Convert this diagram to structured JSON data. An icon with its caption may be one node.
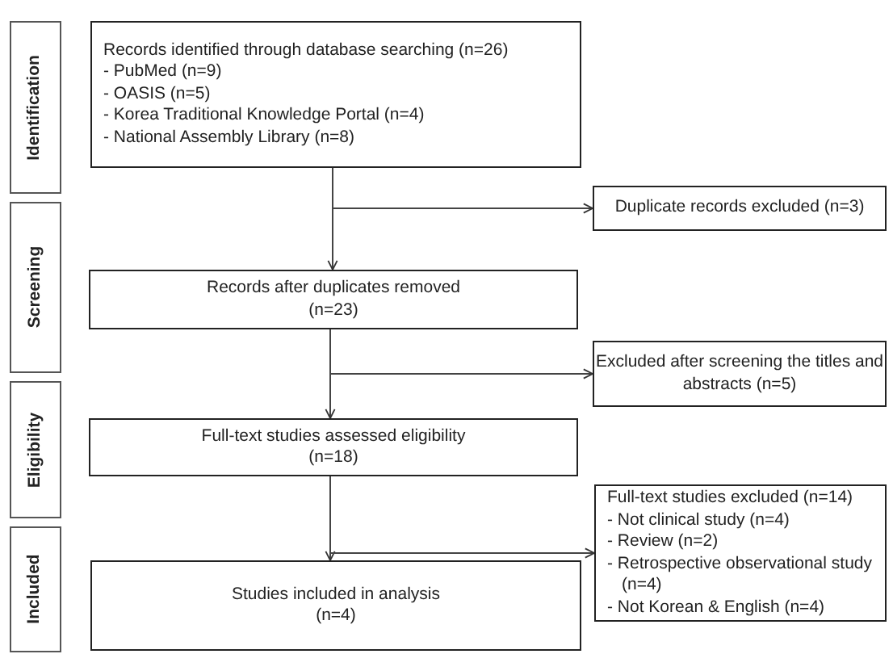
{
  "diagram": {
    "nodes": [
      {
        "text": [
          "Identification"
        ]
      },
      {
        "text": [
          "Screening"
        ]
      },
      {
        "text": [
          "Eligibility"
        ]
      },
      {
        "text": [
          "Included"
        ]
      },
      {
        "text": [
          "Records identified through database searching (n=26)",
          "- PubMed (n=9)",
          "- OASIS (n=5)",
          "- Korea Traditional Knowledge Portal (n=4)",
          "- National Assembly Library (n=8)"
        ]
      },
      {
        "text": [
          "Duplicate records excluded (n=3)"
        ]
      },
      {
        "text": [
          "Records after duplicates removed",
          "(n=23)"
        ]
      },
      {
        "text": [
          "Excluded after screening the titles and abstracts (n=5)"
        ]
      },
      {
        "text": [
          "Full-text studies assessed eligibility",
          "(n=18)"
        ]
      },
      {
        "text": [
          "Full-text studies excluded (n=14)",
          "- Not clinical study (n=4)",
          "- Review (n=2)",
          "- Retrospective observational study (n=4)",
          "- Not Korean & English (n=4)"
        ]
      },
      {
        "text": [
          "Studies included in analysis",
          "(n=4)"
        ]
      }
    ],
    "edges": [
      {
        "from": 4,
        "to": 6,
        "arrow": "to"
      },
      {
        "from": 4,
        "to": 5,
        "arrow": "to"
      },
      {
        "from": 6,
        "to": 8,
        "arrow": "to"
      },
      {
        "from": 6,
        "to": 7,
        "arrow": "to"
      },
      {
        "from": 8,
        "to": 10,
        "arrow": "to"
      },
      {
        "from": 8,
        "to": 9,
        "arrow": "to"
      }
    ]
  }
}
